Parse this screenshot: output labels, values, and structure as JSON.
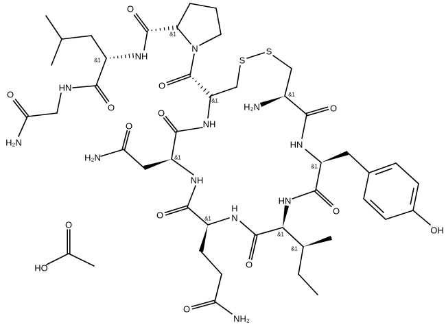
{
  "title": "Oxytocin acetate structure",
  "atom_labels": [
    "O",
    "NH",
    "N",
    "O",
    "HN",
    "O",
    "O",
    "H₂N",
    "NH",
    "O",
    "H₂N",
    "O",
    "NH",
    "O",
    "H",
    "N",
    "O",
    "NH₂",
    "O",
    "HN",
    "O",
    "S",
    "S",
    "H₂N",
    "O",
    "HN",
    "OH",
    "O",
    "HO"
  ],
  "stereo_label": "&1",
  "colors": {
    "ink": "#000000",
    "background": "#ffffff"
  }
}
